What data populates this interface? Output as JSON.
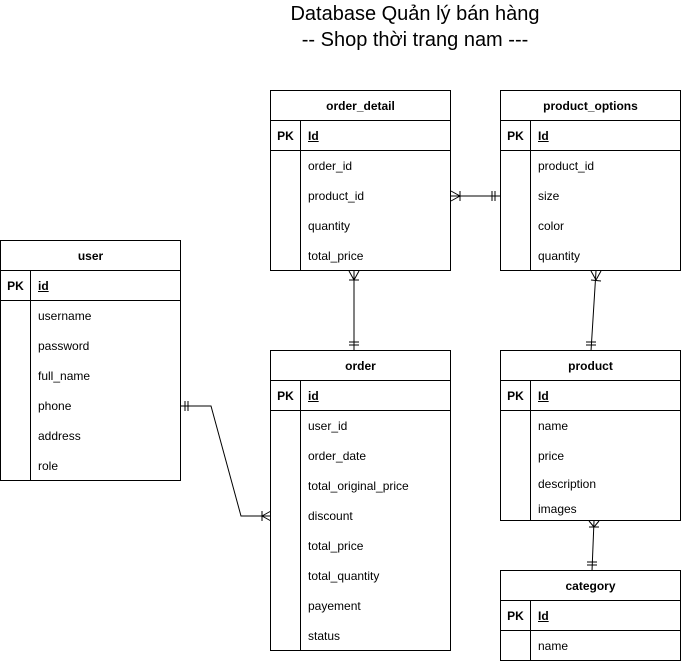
{
  "title": {
    "line1": "Database Quản lý bán hàng",
    "line2": "-- Shop thời trang nam ---"
  },
  "entities": {
    "order_detail": {
      "name": "order_detail",
      "pk_label": "PK",
      "pk": "Id",
      "fields": [
        "order_id",
        "product_id",
        "quantity",
        "total_price"
      ]
    },
    "product_options": {
      "name": "product_options",
      "pk_label": "PK",
      "pk": "Id",
      "fields": [
        "product_id",
        "size",
        "color",
        "quantity"
      ]
    },
    "user": {
      "name": "user",
      "pk_label": "PK",
      "pk": "id",
      "fields": [
        "username",
        "password",
        "full_name",
        "phone",
        "address",
        "role"
      ]
    },
    "order": {
      "name": "order",
      "pk_label": "PK",
      "pk": "id",
      "fields": [
        "user_id",
        "order_date",
        "total_original_price",
        "discount",
        "total_price",
        "total_quantity",
        "payement",
        "status"
      ]
    },
    "product": {
      "name": "product",
      "pk_label": "PK",
      "pk": "Id",
      "fields": [
        "name",
        "price",
        "description",
        "images"
      ]
    },
    "category": {
      "name": "category",
      "pk_label": "PK",
      "pk": "Id",
      "fields": [
        "name"
      ]
    }
  },
  "relationships": [
    {
      "from": "user",
      "to": "order",
      "from_cardinality": "one-and-only-one",
      "to_cardinality": "one-or-many"
    },
    {
      "from": "order",
      "to": "order_detail",
      "from_cardinality": "one-and-only-one",
      "to_cardinality": "one-or-many"
    },
    {
      "from": "product_options",
      "to": "order_detail",
      "from_cardinality": "one-and-only-one",
      "to_cardinality": "one-or-many"
    },
    {
      "from": "product",
      "to": "product_options",
      "from_cardinality": "one-and-only-one",
      "to_cardinality": "one-or-many"
    },
    {
      "from": "category",
      "to": "product",
      "from_cardinality": "one-and-only-one",
      "to_cardinality": "one-or-many"
    }
  ]
}
